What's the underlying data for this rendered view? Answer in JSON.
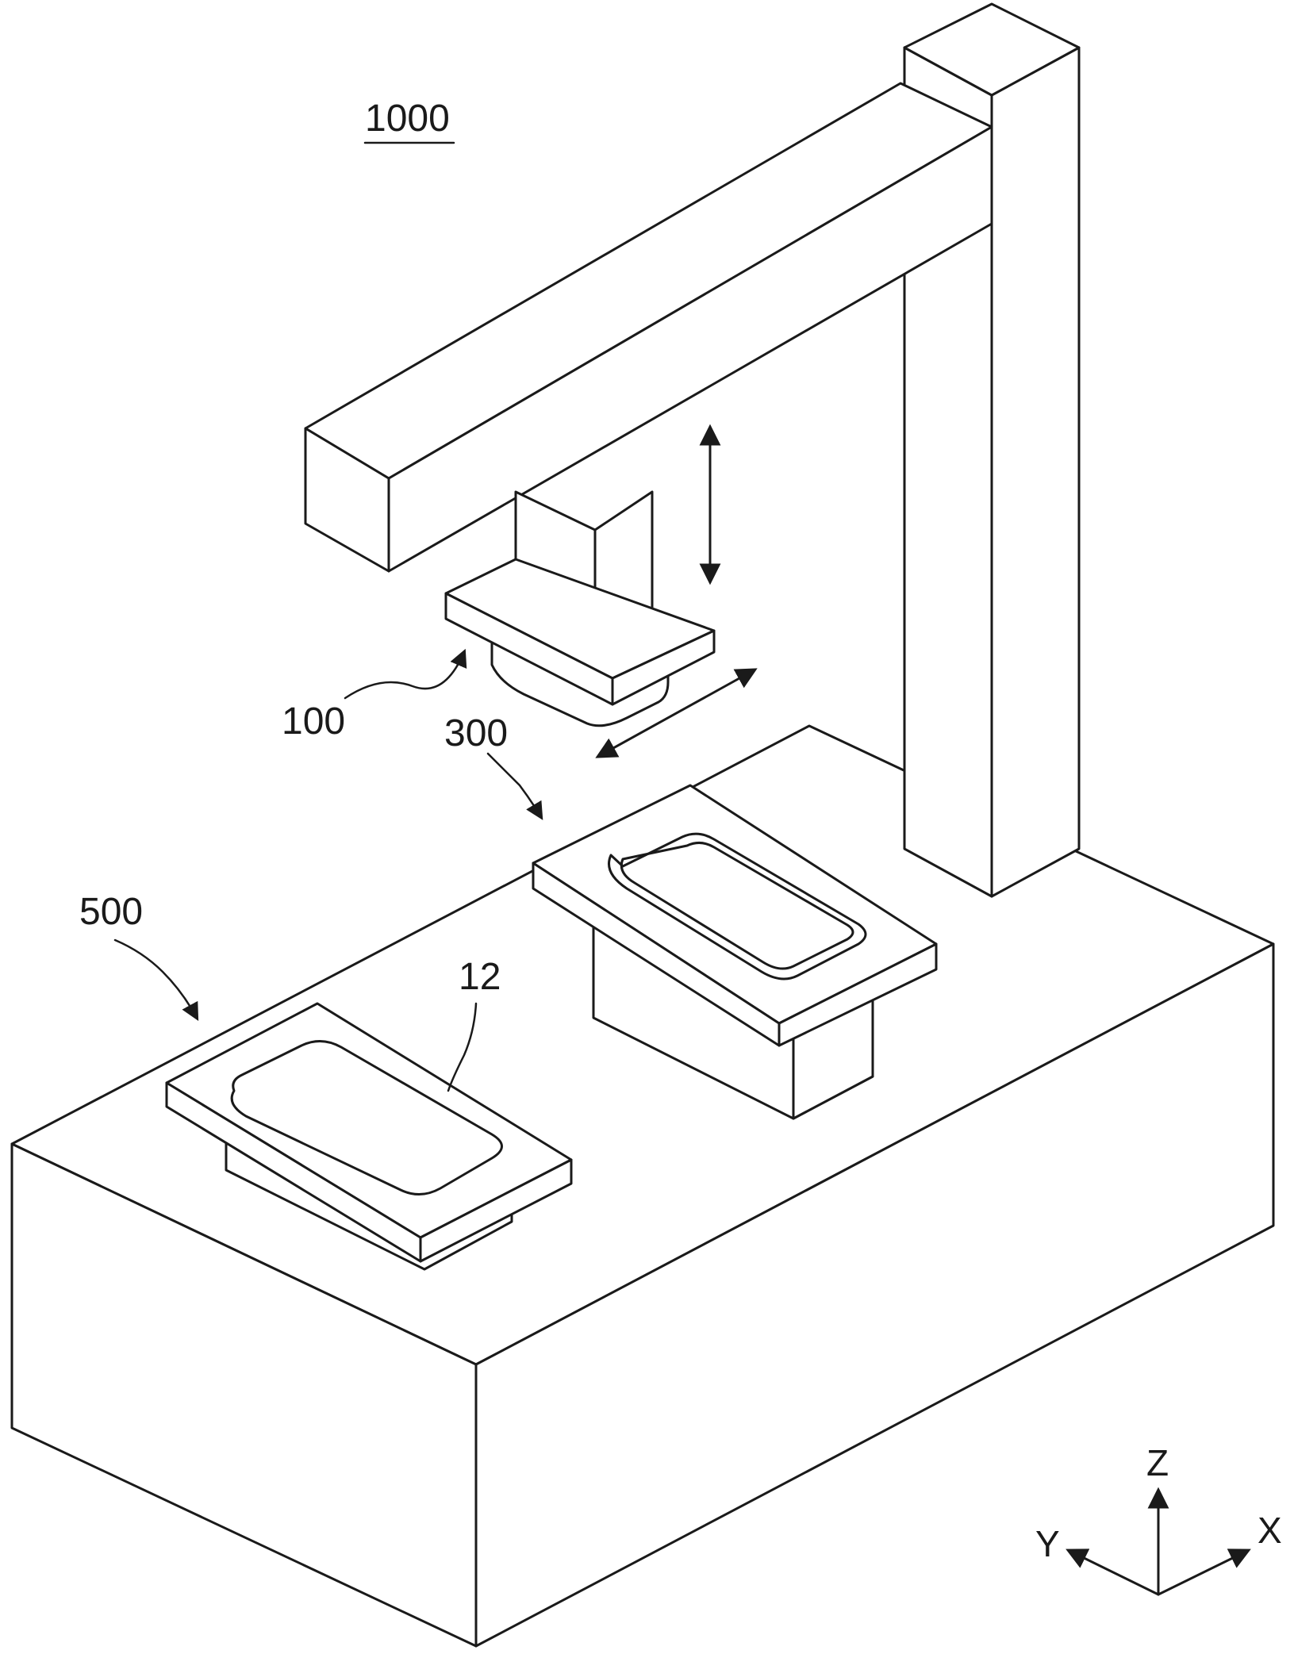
{
  "figure": {
    "title_ref": "1000",
    "labels": {
      "head": "100",
      "stage_right": "300",
      "stage_left": "500",
      "panel": "12"
    },
    "axes": {
      "z": "Z",
      "y": "Y",
      "x": "X"
    }
  }
}
